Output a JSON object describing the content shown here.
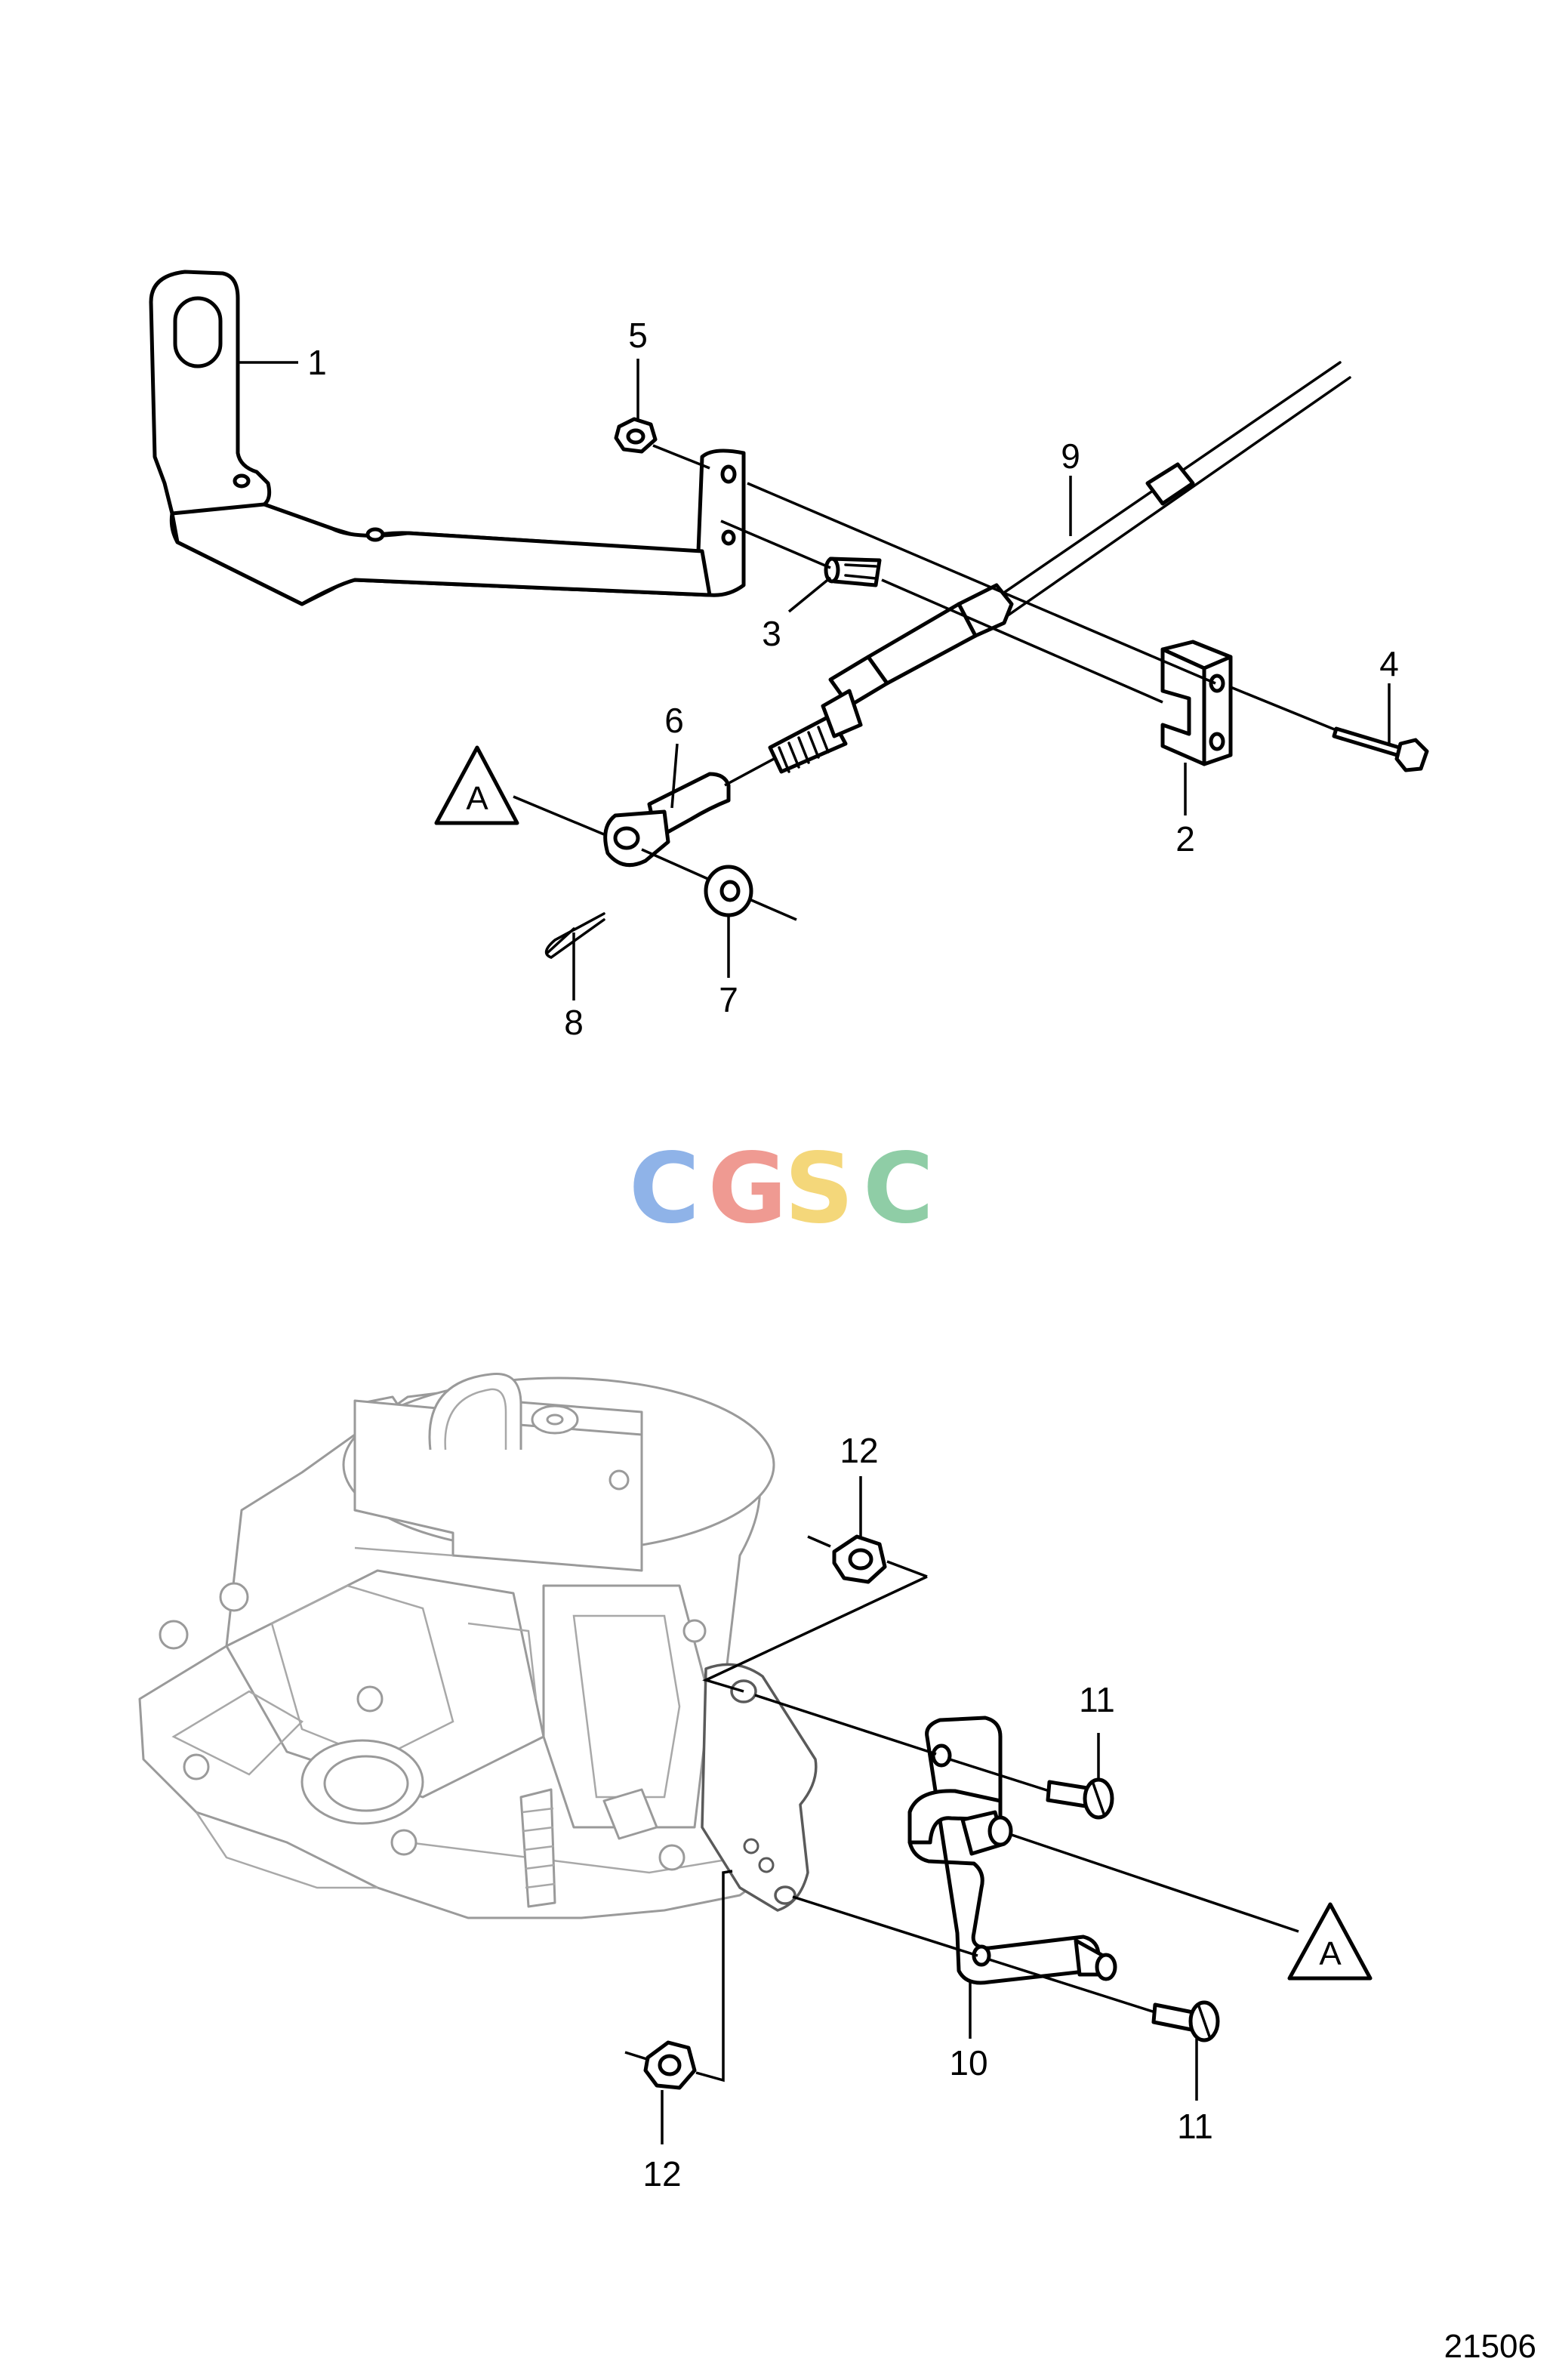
{
  "callouts": {
    "c1": "1",
    "c2": "2",
    "c3": "3",
    "c4": "4",
    "c5": "5",
    "c6": "6",
    "c7": "7",
    "c8": "8",
    "c9": "9",
    "c10": "10",
    "c11a": "11",
    "c11b": "11",
    "c12a": "12",
    "c12b": "12"
  },
  "marker": {
    "top": "A",
    "bottom": "A"
  },
  "watermark": {
    "letters": [
      "C",
      "G",
      "S",
      "C"
    ],
    "colors": [
      "#8fb3e8",
      "#ef9a92",
      "#f4d77a",
      "#8fcda6"
    ]
  },
  "reference_number": "21506"
}
